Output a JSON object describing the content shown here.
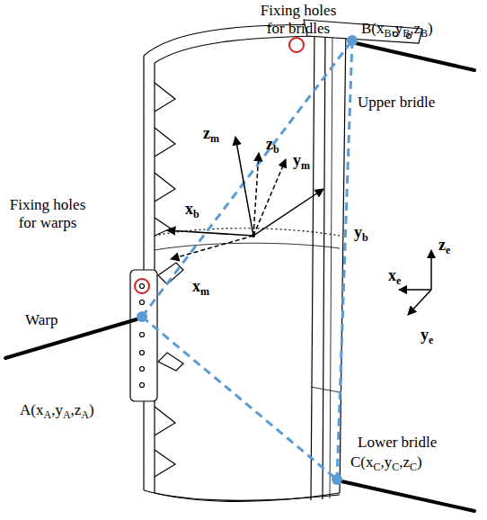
{
  "diagram": {
    "labels": [
      "Fixing holes for bridles",
      "B(xB,yB,zB)",
      "Upper bridle",
      "zm",
      "zb",
      "ym",
      "Fixing holes for warps",
      "xb",
      "yb",
      "ze",
      "xe",
      "Warp",
      "xm",
      "ye",
      "A(xA,yA,zA)",
      "Lower bridle",
      "C(xC,yC,zC)"
    ]
  }
}
